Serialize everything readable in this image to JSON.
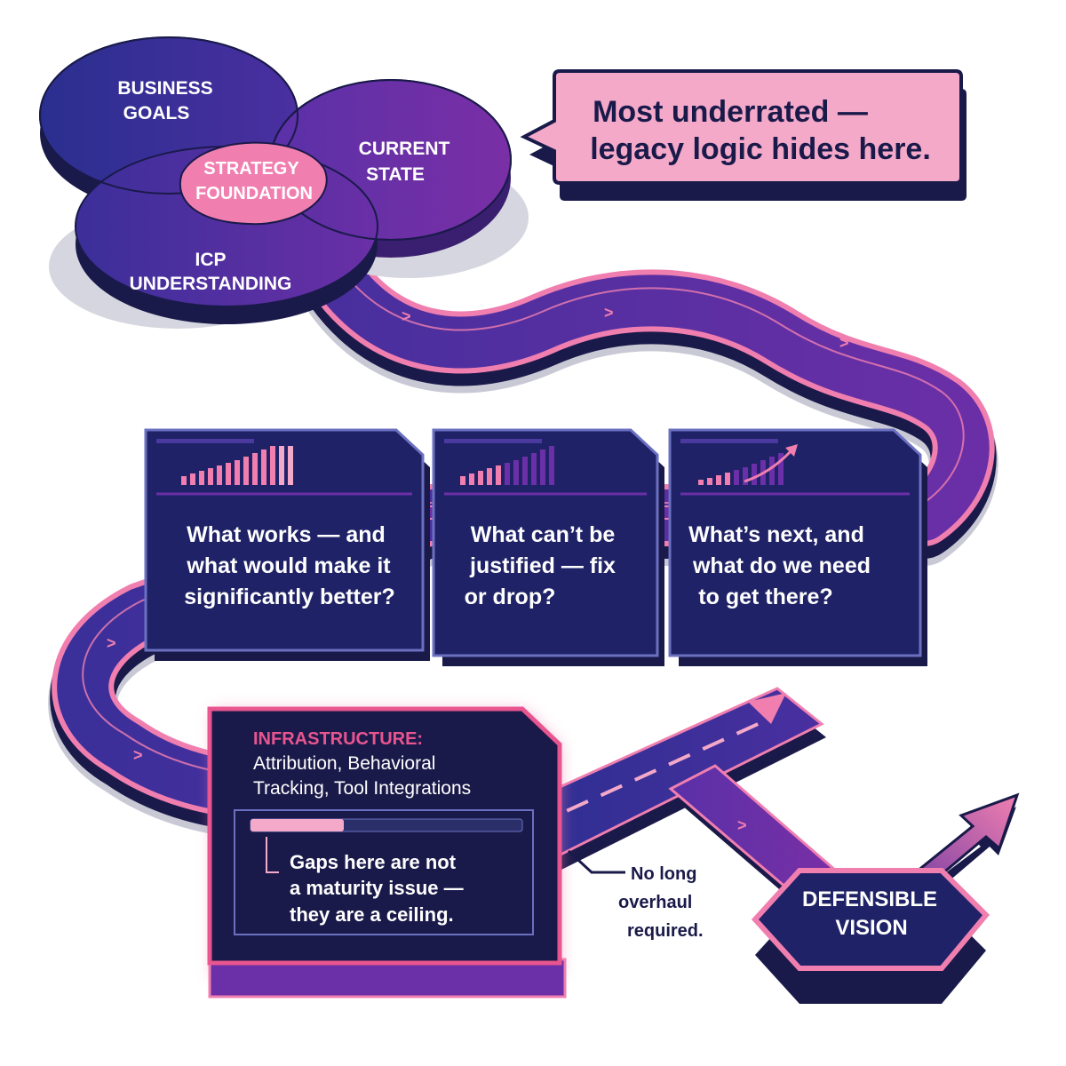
{
  "venn": {
    "business_goals": [
      "BUSINESS",
      "GOALS"
    ],
    "current_state": [
      "CURRENT",
      "STATE"
    ],
    "icp": [
      "ICP",
      "UNDERSTANDING"
    ],
    "center": [
      "STRATEGY",
      "FOUNDATION"
    ]
  },
  "callout": {
    "lines": [
      "Most underrated —",
      "legacy logic hides here."
    ]
  },
  "cards": [
    {
      "lines": [
        "What works — and",
        "what would make it",
        "significantly better?"
      ]
    },
    {
      "lines": [
        "What can’t be",
        "justified — fix",
        "or drop?"
      ]
    },
    {
      "lines": [
        "What’s next, and",
        "what do we need",
        "to get there?"
      ]
    }
  ],
  "infrastructure": {
    "title": "INFRASTRUCTURE:",
    "subtitle_lines": [
      "Attribution, Behavioral",
      "Tracking, Tool Integrations"
    ],
    "gap_lines": [
      "Gaps here are not",
      "a maturity issue —",
      "they are a ceiling."
    ]
  },
  "note": {
    "lines": [
      "No long",
      "overhaul",
      "required."
    ]
  },
  "destination": {
    "lines": [
      "DEFENSIBLE",
      "VISION"
    ]
  },
  "colors": {
    "navy": "#1f2266",
    "deep_navy": "#1a1a4a",
    "purple": "#6b2fa8",
    "pink": "#f07fb0",
    "hot_pink": "#e8558f",
    "light_pink": "#f5a9c9"
  }
}
